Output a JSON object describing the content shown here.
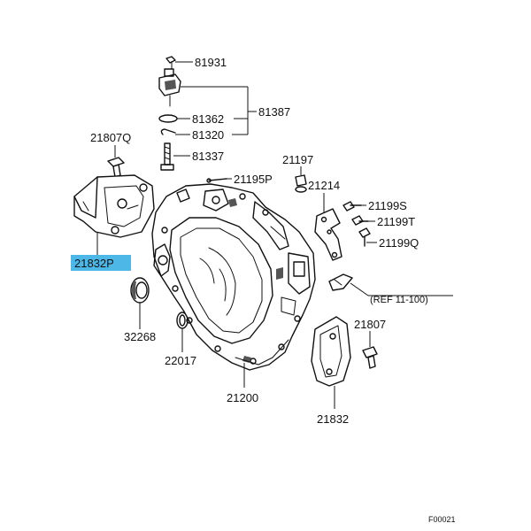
{
  "labels": {
    "p81931": "81931",
    "p81387": "81387",
    "p81362": "81362",
    "p81320": "81320",
    "p81337": "81337",
    "p21807q": "21807Q",
    "p21832p": "21832P",
    "p21197": "21197",
    "p21195p": "21195P",
    "p21214": "21214",
    "p21199s": "21199S",
    "p21199t": "21199T",
    "p21199q": "21199Q",
    "ref": "(REF 11-100)",
    "p32268": "32268",
    "p22017": "22017",
    "p21200": "21200",
    "p21807": "21807",
    "p21832": "21832",
    "figure_code": "F00021"
  },
  "colors": {
    "highlight": "#4db8e8",
    "line": "#111111"
  },
  "highlighted_part": "21832P"
}
